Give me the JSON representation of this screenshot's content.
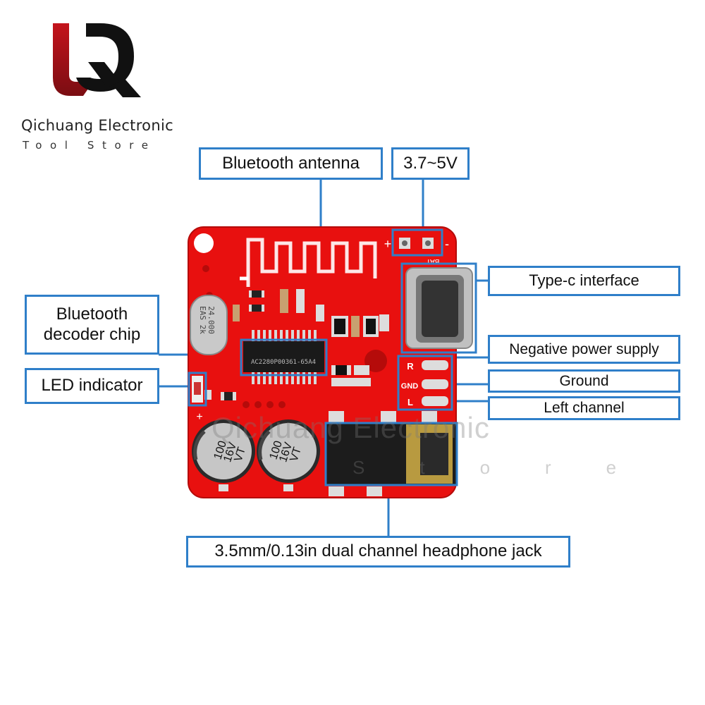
{
  "brand": {
    "name": "Qichuang Electronic",
    "tagline": "Tool Store",
    "logo_letters": "LQ",
    "colors": {
      "logo_red": "#c4141c",
      "logo_black": "#111111"
    }
  },
  "watermark": {
    "line1": "Qichuang Electronic",
    "line2": "Store"
  },
  "board": {
    "color": "#e8100f",
    "crystal_text": [
      "24.000",
      "EAS 2k"
    ],
    "chip_text": "AC2280P00361-65A4",
    "capacitor_text": [
      "100",
      "16V",
      "VT"
    ],
    "pin_labels": [
      "R",
      "GND",
      "L"
    ],
    "bat_label": "BAT",
    "plus": "+",
    "minus": "-"
  },
  "callouts": {
    "antenna": "Bluetooth antenna",
    "voltage": "3.7~5V",
    "typec": "Type-c interface",
    "decoder_line1": "Bluetooth",
    "decoder_line2": "decoder chip",
    "led": "LED indicator",
    "negative": "Negative power supply",
    "ground": "Ground",
    "left": "Left channel",
    "jack": "3.5mm/0.13in dual channel headphone jack"
  },
  "accent_color": "#2f7fc9"
}
